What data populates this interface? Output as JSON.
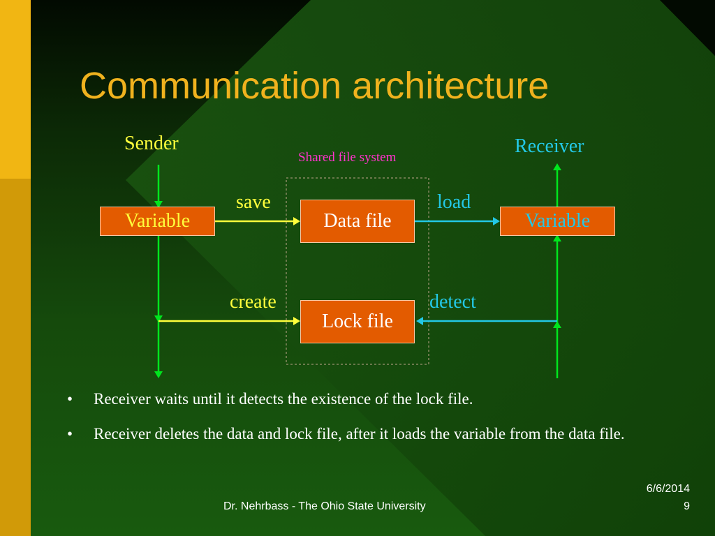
{
  "slide": {
    "title": "Communication architecture",
    "colors": {
      "background": "#154a0c",
      "accent_bar": "#f1b613",
      "title": "#f0b21e",
      "box_fill": "#e35b00",
      "sender_line": "#00e61e",
      "save_arrow": "#ffff3c",
      "receiver_arrow": "#23c8e6"
    }
  },
  "diagram": {
    "sender_label": "Sender",
    "receiver_label": "Receiver",
    "shared_fs_label": "Shared file system",
    "sender_variable": "Variable",
    "receiver_variable": "Variable",
    "data_file": "Data file",
    "lock_file": "Lock file",
    "save_label": "save",
    "load_label": "load",
    "create_label": "create",
    "detect_label": "detect"
  },
  "bullets": [
    {
      "marker": "•",
      "text": "Receiver waits until it detects the existence of the lock file."
    },
    {
      "marker": "•",
      "text": "Receiver deletes the data and lock file, after it loads the variable from the data file."
    }
  ],
  "footer": {
    "author": "Dr. Nehrbass - The Ohio State University",
    "date": "6/6/2014",
    "page": "9"
  }
}
